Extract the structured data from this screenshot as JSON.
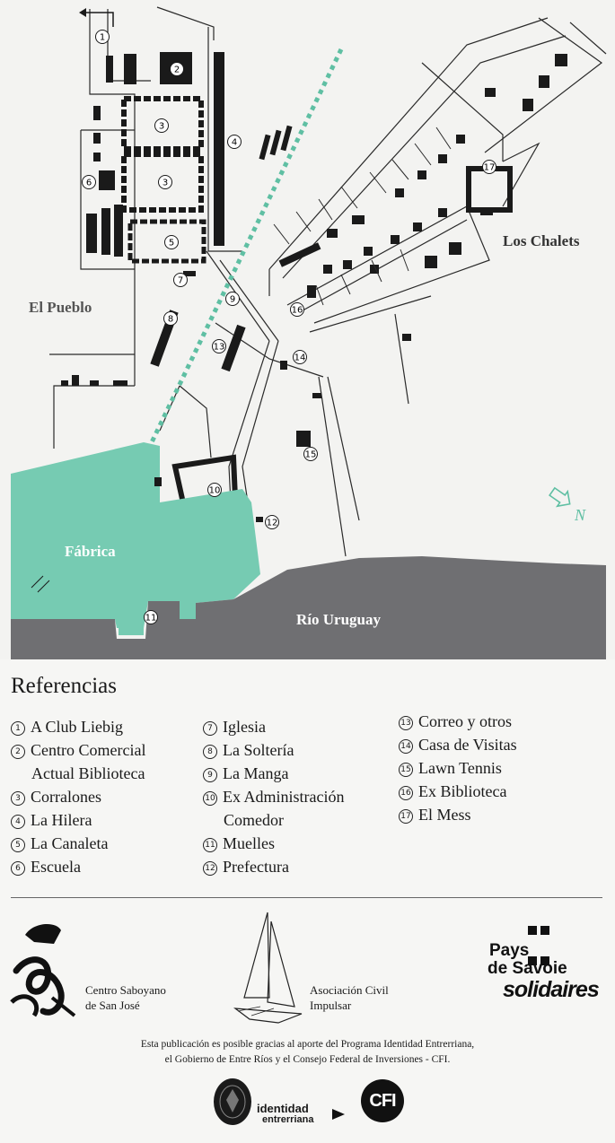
{
  "colors": {
    "water": "#6f6f72",
    "factory": "#76cbb2",
    "accent": "#5fbfa3",
    "road": "#1a1a1a",
    "block": "#1a1a1a"
  },
  "map": {
    "labels": {
      "pueblo": "El Pueblo",
      "chalets": "Los Chalets",
      "fabrica": "Fábrica",
      "rio": "Río Uruguay"
    },
    "north": "N",
    "markers": [
      "1",
      "2",
      "3",
      "3",
      "4",
      "5",
      "6",
      "7",
      "8",
      "9",
      "10",
      "11",
      "12",
      "13",
      "14",
      "15",
      "16",
      "17"
    ]
  },
  "refs": {
    "title": "Referencias",
    "col1": [
      {
        "n": "1",
        "text": "A Club Liebig"
      },
      {
        "n": "2",
        "text": "Centro Comercial",
        "cont": "Actual Biblioteca"
      },
      {
        "n": "3",
        "text": "Corralones"
      },
      {
        "n": "4",
        "text": "La Hilera"
      },
      {
        "n": "5",
        "text": "La Canaleta"
      },
      {
        "n": "6",
        "text": "Escuela"
      }
    ],
    "col2": [
      {
        "n": "7",
        "text": "Iglesia"
      },
      {
        "n": "8",
        "text": "La Soltería"
      },
      {
        "n": "9",
        "text": "La Manga"
      },
      {
        "n": "10",
        "text": "Ex Administración",
        "cont": "Comedor"
      },
      {
        "n": "11",
        "text": "Muelles"
      },
      {
        "n": "12",
        "text": "Prefectura"
      }
    ],
    "col3": [
      {
        "n": "13",
        "text": "Correo y otros"
      },
      {
        "n": "14",
        "text": "Casa de Visitas"
      },
      {
        "n": "15",
        "text": "Lawn Tennis"
      },
      {
        "n": "16",
        "text": "Ex Biblioteca"
      },
      {
        "n": "17",
        "text": "El Mess"
      }
    ]
  },
  "sponsors": {
    "saboyano": [
      "Centro Saboyano",
      "de San José"
    ],
    "impulsar": [
      "Asociación Civil",
      "Impulsar"
    ],
    "pays": [
      "Pays",
      "de Savoie",
      "solidaires"
    ],
    "fine": [
      "Esta publicación es posible gracias al aporte del Programa Identidad Entrerriana,",
      "el Gobierno de Entre Ríos y el Consejo Federal de Inversiones - CFI."
    ],
    "identidad": [
      "identidad",
      "entrerriana"
    ],
    "cfi": "CFI"
  }
}
